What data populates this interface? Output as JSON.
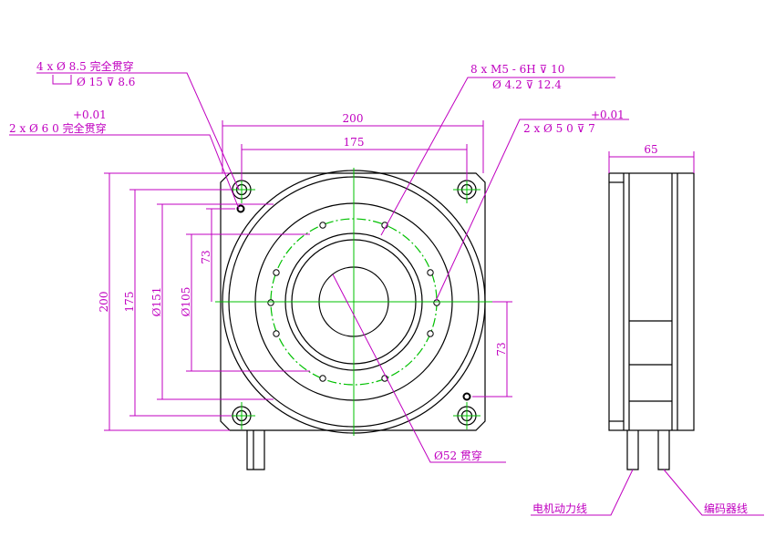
{
  "callouts": {
    "tl_hole_line1": "4 x Ø 8.5 完全贯穿",
    "tl_hole_line2": "Ø 15 ⊽ 8.6",
    "tl_pin_tol": "+0.01",
    "tl_pin_line": "2 x Ø 6  0    完全贯穿",
    "tr_thread_line1": "8 x  M5 - 6H ⊽ 10",
    "tr_thread_line2": "Ø 4.2 ⊽ 12.4",
    "tr_pin_tol": "+0.01",
    "tr_pin_line": "2 x Ø 5  0    ⊽ 7",
    "center_bore": "Ø52 贯穿"
  },
  "dimensions": {
    "width_overall": "200",
    "width_holes": "175",
    "height_overall": "200",
    "height_holes": "175",
    "dia_151": "Ø151",
    "dia_105": "Ø105",
    "offset_73_left": "73",
    "offset_73_right": "73",
    "side_thickness": "65"
  },
  "cables": {
    "motor_power": "电机动力线",
    "encoder": "编码器线"
  },
  "colors": {
    "dimension": "#c000c0",
    "centerline": "#00c000",
    "outline": "#000000"
  }
}
